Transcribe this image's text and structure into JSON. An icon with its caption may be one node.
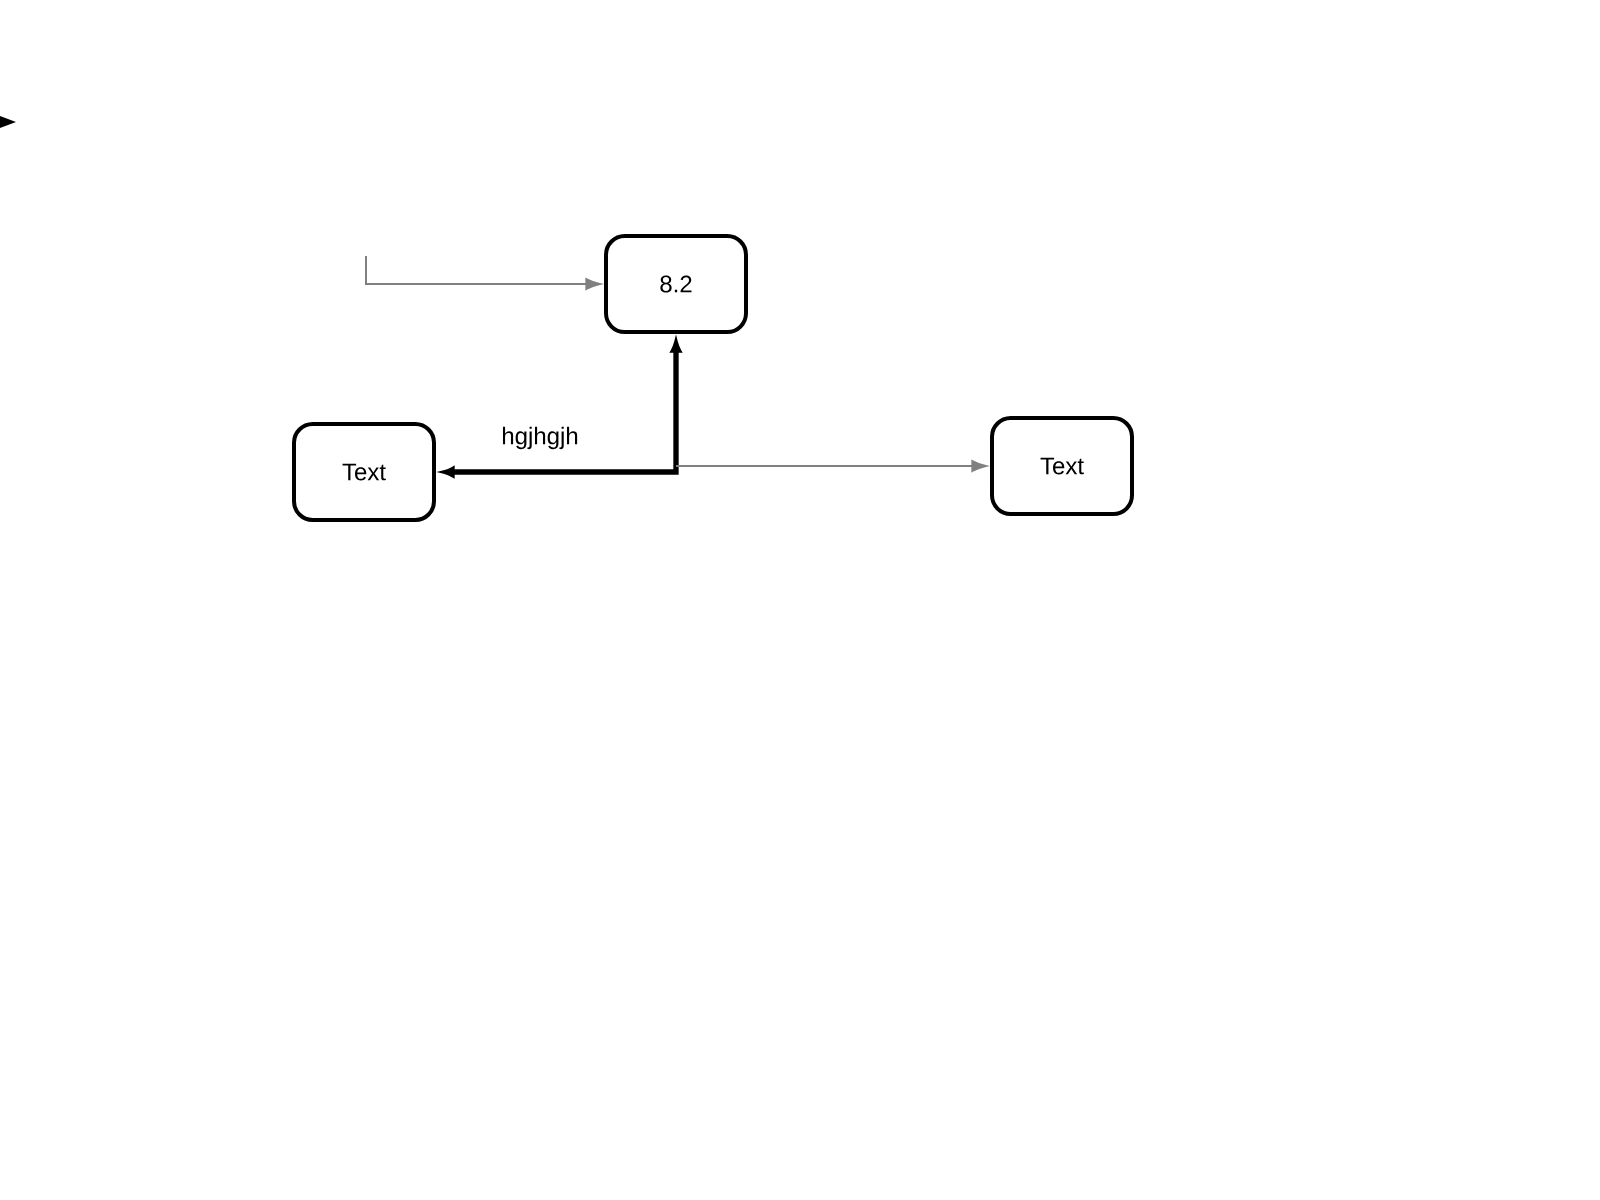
{
  "diagram": {
    "nodes": [
      {
        "text": [
          "8.2"
        ]
      },
      {
        "text": [
          "Text"
        ]
      },
      {
        "text": [
          "Text"
        ]
      }
    ],
    "edges": [
      {
        "from": null,
        "to": 0,
        "arrow": "to"
      },
      {
        "from": 1,
        "to": 0,
        "arrow": "both",
        "label": "hgjhgjh",
        "style": "thick",
        "color": "#000000"
      },
      {
        "from": null,
        "to": 2,
        "arrow": "to"
      }
    ]
  }
}
